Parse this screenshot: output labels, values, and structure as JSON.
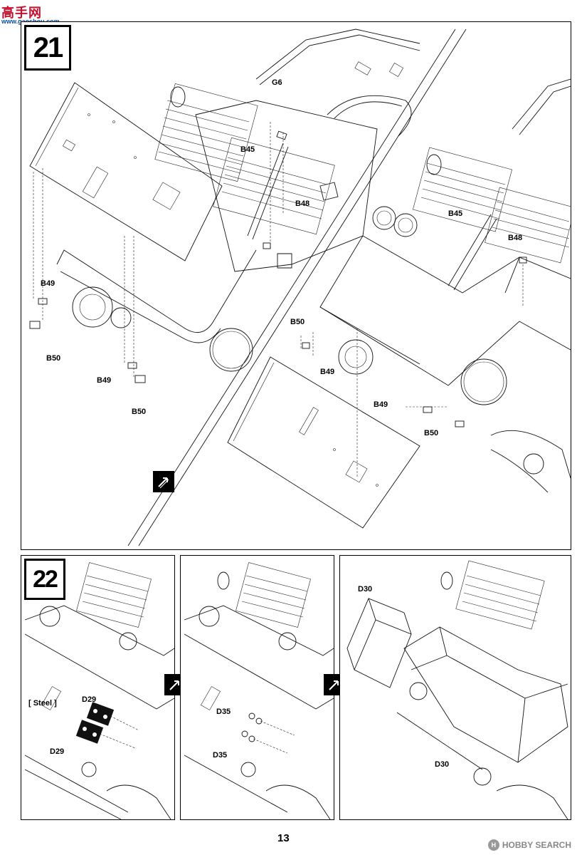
{
  "site_logo": {
    "chars": "高手网",
    "url": "www.gaoshou.com"
  },
  "step21": {
    "number": "21",
    "labels": {
      "g6": "G6",
      "b45_left": "B45",
      "b48_left": "B48",
      "b49_left_a": "B49",
      "b50_left_a": "B50",
      "b49_left_b": "B49",
      "b50_left_b": "B50",
      "b45_right": "B45",
      "b48_right": "B48",
      "b50_right_a": "B50",
      "b49_right_a": "B49",
      "b49_right_b": "B49",
      "b50_right_b": "B50"
    }
  },
  "step22": {
    "number": "22",
    "labels": {
      "d29_top": "D29",
      "steel": "[ Steel ]",
      "d29_bottom": "D29",
      "d35_top": "D35",
      "d35_bottom": "D35",
      "d30_top": "D30",
      "d30_bottom": "D30"
    }
  },
  "footer": {
    "page_number": "13",
    "watermark_badge": "H",
    "watermark_text": "HOBBY SEARCH"
  }
}
